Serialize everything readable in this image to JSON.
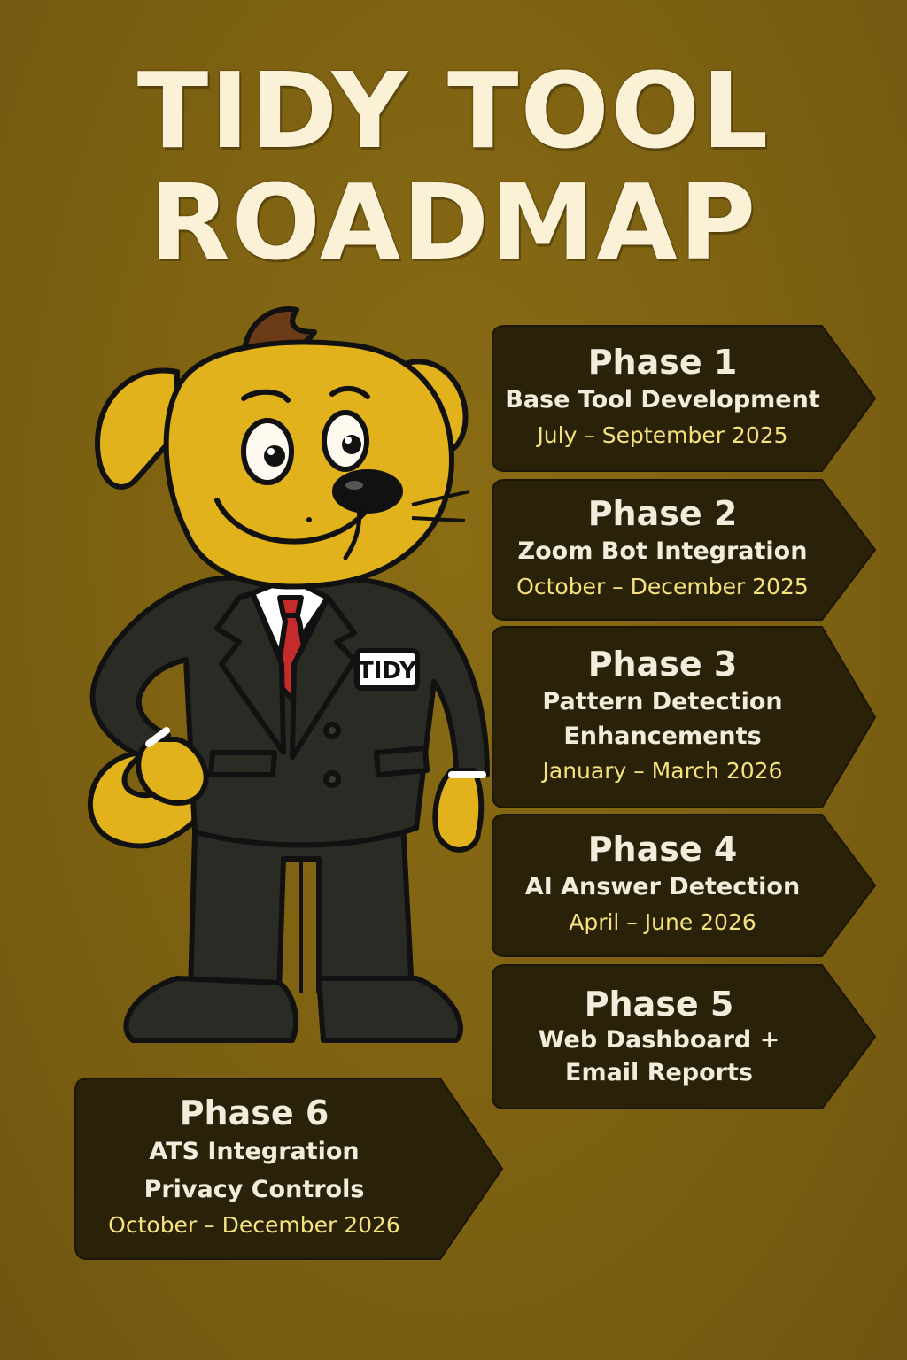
{
  "title": {
    "line1": "TIDY TOOL",
    "line2": "ROADMAP"
  },
  "mascot": {
    "description_icon": "dog-mascot-in-suit-icon",
    "badge_text": "TIDY",
    "colors": {
      "fur": "#e2b21c",
      "suit": "#2b2b25",
      "tie": "#c42b2b",
      "hair": "#6b3a17"
    }
  },
  "colors": {
    "background": "#7d6112",
    "card": "#2a2109",
    "title_text": "#fbf1d6",
    "phase_text": "#f3ecdc",
    "date_text": "#f5e27d"
  },
  "phases": [
    {
      "label": "Phase 1",
      "name_lines": [
        "Base Tool Development"
      ],
      "dates": "July – September 2025"
    },
    {
      "label": "Phase 2",
      "name_lines": [
        "Zoom Bot Integration"
      ],
      "dates": "October – December 2025"
    },
    {
      "label": "Phase 3",
      "name_lines": [
        "Pattern Detection",
        "Enhancements"
      ],
      "dates": "January – March 2026"
    },
    {
      "label": "Phase 4",
      "name_lines": [
        "AI Answer Detection"
      ],
      "dates": "April – June 2026"
    },
    {
      "label": "Phase 5",
      "name_lines": [
        "Web Dashboard +",
        "Email Reports"
      ],
      "dates": ""
    },
    {
      "label": "Phase 6",
      "name_lines": [
        "ATS Integration",
        "Privacy Controls"
      ],
      "dates": "October – December 2026"
    }
  ]
}
